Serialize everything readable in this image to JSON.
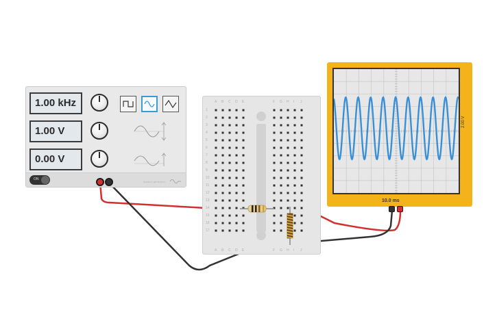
{
  "function_generator": {
    "frequency_display": "1.00 kHz",
    "amplitude_display": "1.00 V",
    "offset_display": "0.00 V",
    "waveforms": [
      "square",
      "sine",
      "triangle"
    ],
    "active_waveform": "sine",
    "power_label": "ON",
    "brand_text": "function generator"
  },
  "breadboard": {
    "column_letters_left": [
      "A",
      "B",
      "C",
      "D",
      "E"
    ],
    "column_letters_right": [
      "F",
      "G",
      "H",
      "I",
      "J"
    ],
    "row_numbers": [
      "1",
      "2",
      "3",
      "4",
      "5",
      "6",
      "7",
      "8",
      "9",
      "10",
      "11",
      "12",
      "13",
      "14",
      "15",
      "16",
      "17"
    ]
  },
  "oscilloscope": {
    "time_per_division": "10.0 ms",
    "volts_per_division": "2.00 V",
    "trace_color": "#3a8fd6"
  },
  "components": {
    "resistor": "resistor",
    "inductor": "inductor"
  },
  "wires": {
    "positive_color": "#d32f2f",
    "ground_color": "#333333"
  }
}
